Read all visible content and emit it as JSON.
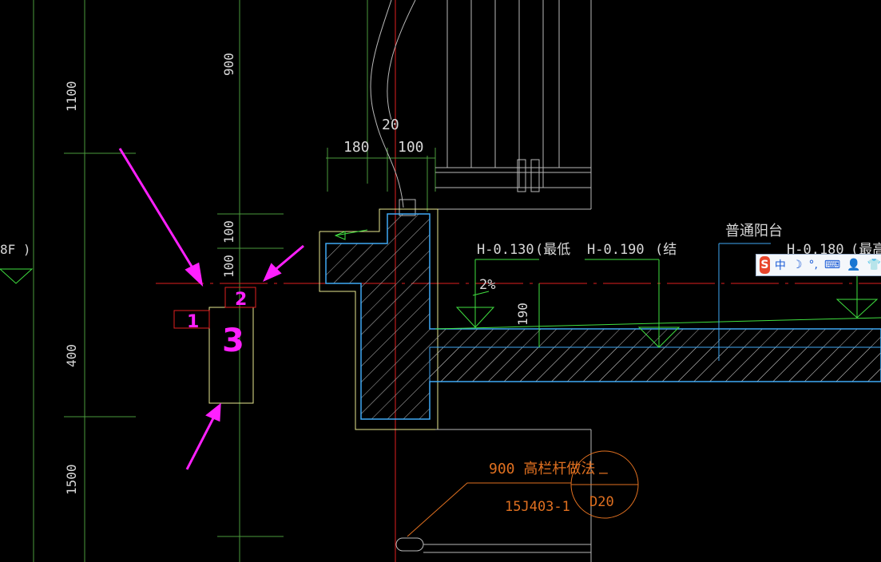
{
  "dimensions": {
    "left_1100": "1100",
    "left_400": "400",
    "left_1500": "1500",
    "mid_900": "900",
    "mid_100a": "100",
    "mid_100b": "100",
    "top_180": "180",
    "top_100": "100",
    "top_20": "20",
    "rise_190": "190"
  },
  "labels": {
    "left_partial": "8F )",
    "h_0130": "H-0.130",
    "h_0130_note": "(最低",
    "h_0190": "H-0.190",
    "h_0190_note": "(结",
    "balcony": "普通阳台",
    "h_0180": "H-0.180",
    "h_0180_note": "(最高",
    "slope": "2%",
    "railing": "900  高栏杆做法",
    "atlas": "15J403-1",
    "detail_top": "—",
    "detail_bottom": "D20"
  },
  "markers": {
    "m1": "1",
    "m2": "2",
    "m3": "3"
  },
  "ime_toolbar": {
    "logo": "S",
    "mode": "中",
    "moon": "☽",
    "punct": "°,",
    "keyboard": "⌨",
    "user": "👤",
    "shirt": "👕"
  },
  "colors": {
    "background": "#000000",
    "grid_green": "#4a9a3c",
    "dim_white": "#d8d8d8",
    "axis_red": "#e02020",
    "concrete_cyan": "#3fa9f5",
    "outline_yellow": "#e8e890",
    "annotation_orange": "#e07020",
    "marker_magenta": "#ff20ff",
    "level_green": "#40e040"
  }
}
